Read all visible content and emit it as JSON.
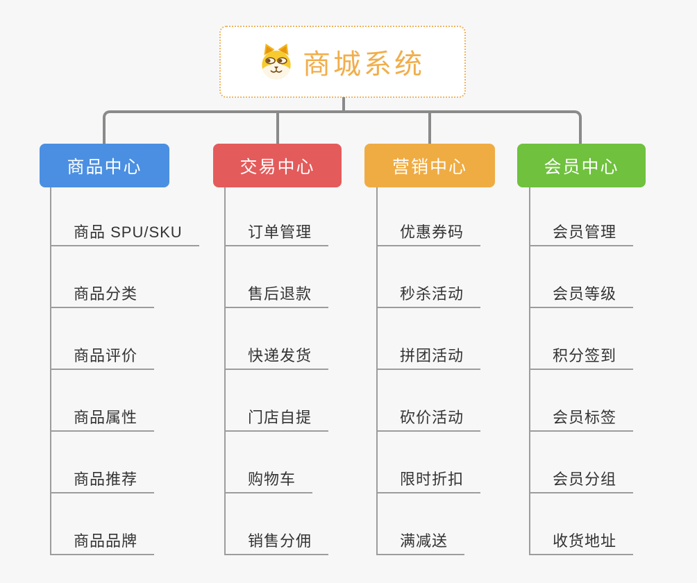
{
  "root": {
    "title": "商城系统",
    "icon": "doge-icon",
    "title_color": "#F1AE4B",
    "border_color": "#F0B25C"
  },
  "connector_color": "#8A8A8A",
  "line_color": "#9C9C9C",
  "background_color": "#F7F7F7",
  "branches": [
    {
      "label": "商品中心",
      "color": "#4B8FE2",
      "children": [
        "商品 SPU/SKU",
        "商品分类",
        "商品评价",
        "商品属性",
        "商品推荐",
        "商品品牌"
      ]
    },
    {
      "label": "交易中心",
      "color": "#E45B5B",
      "children": [
        "订单管理",
        "售后退款",
        "快递发货",
        "门店自提",
        "购物车",
        "销售分佣"
      ]
    },
    {
      "label": "营销中心",
      "color": "#EFAC43",
      "children": [
        "优惠券码",
        "秒杀活动",
        "拼团活动",
        "砍价活动",
        "限时折扣",
        "满减送"
      ]
    },
    {
      "label": "会员中心",
      "color": "#6FC13E",
      "children": [
        "会员管理",
        "会员等级",
        "积分签到",
        "会员标签",
        "会员分组",
        "收货地址"
      ]
    }
  ]
}
